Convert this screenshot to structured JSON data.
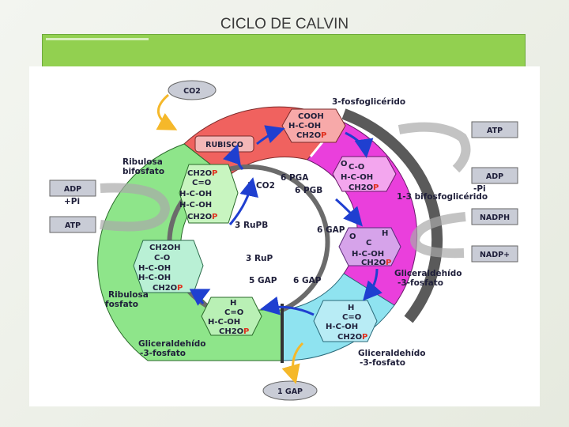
{
  "slide": {
    "title": "CICLO DE CALVIN"
  },
  "diagram": {
    "co2_input": "CO2",
    "rubisco": "RUBISCO",
    "pga_label": "3-fosfoglicérido",
    "atp_in": "ATP",
    "adp_out": "ADP",
    "pi_out": "-Pi",
    "bisphos_label": "1-3 bifosfoglicérido",
    "nadph_in": "NADPH",
    "nadp_out": "NADP+",
    "gap_label_right": [
      "Gliceraldehído",
      "-3-fosfato"
    ],
    "gap_label_bottom": [
      "Gliceraldehído",
      "-3-fosfato"
    ],
    "gap_label_left": [
      "Gliceraldehído",
      "-3-fosfato"
    ],
    "gap_output": "1 GAP",
    "rubp_label": [
      "Ribulosa",
      "bifosfato"
    ],
    "ru5p_label": [
      "Ribulosa",
      "fosfato"
    ],
    "adp_left": "ADP",
    "pi_left": "+Pi",
    "atp_left": "ATP",
    "inner": {
      "co2": "3 CO2",
      "pga": "6 PGA",
      "pgb": "6 PGB",
      "gap_right": "6 GAP",
      "gap_bottom_left": "5 GAP",
      "gap_bottom_right": "6 GAP",
      "rupb": "3 RuPB",
      "rup": "3 RuP"
    },
    "molecules": {
      "pga": [
        "COOH",
        "H-C-OH",
        "CH2O",
        "P"
      ],
      "bpg": [
        "O",
        "C-O",
        "H-C-OH",
        "CH2O",
        "P"
      ],
      "gap1": [
        "O",
        "H",
        "C",
        "H-C-OH",
        "CH2O",
        "P"
      ],
      "gap2": [
        "H",
        "C=O",
        "H-C-OH",
        "CH2O",
        "P"
      ],
      "gap3": [
        "H",
        "C=O",
        "H-C-OH",
        "CH2O",
        "P"
      ],
      "ru5p": [
        "CH2OH",
        "C-O",
        "H-C-OH",
        "H-C-OH",
        "CH2O",
        "P"
      ],
      "rubp": [
        "CH2O",
        "P",
        "C=O",
        "H-C-OH",
        "H-C-OH",
        "CH2O",
        "P"
      ]
    },
    "colors": {
      "red_segment": "#f0625f",
      "magenta_segment": "#ea3fdc",
      "cyan_segment": "#8fe3f0",
      "green_segment": "#8ee58a",
      "ring_dark": "#555555",
      "arrow_blue": "#1f3fd0",
      "arrow_yellow": "#f5b82a",
      "box_grey": "#c9ccd6"
    }
  }
}
